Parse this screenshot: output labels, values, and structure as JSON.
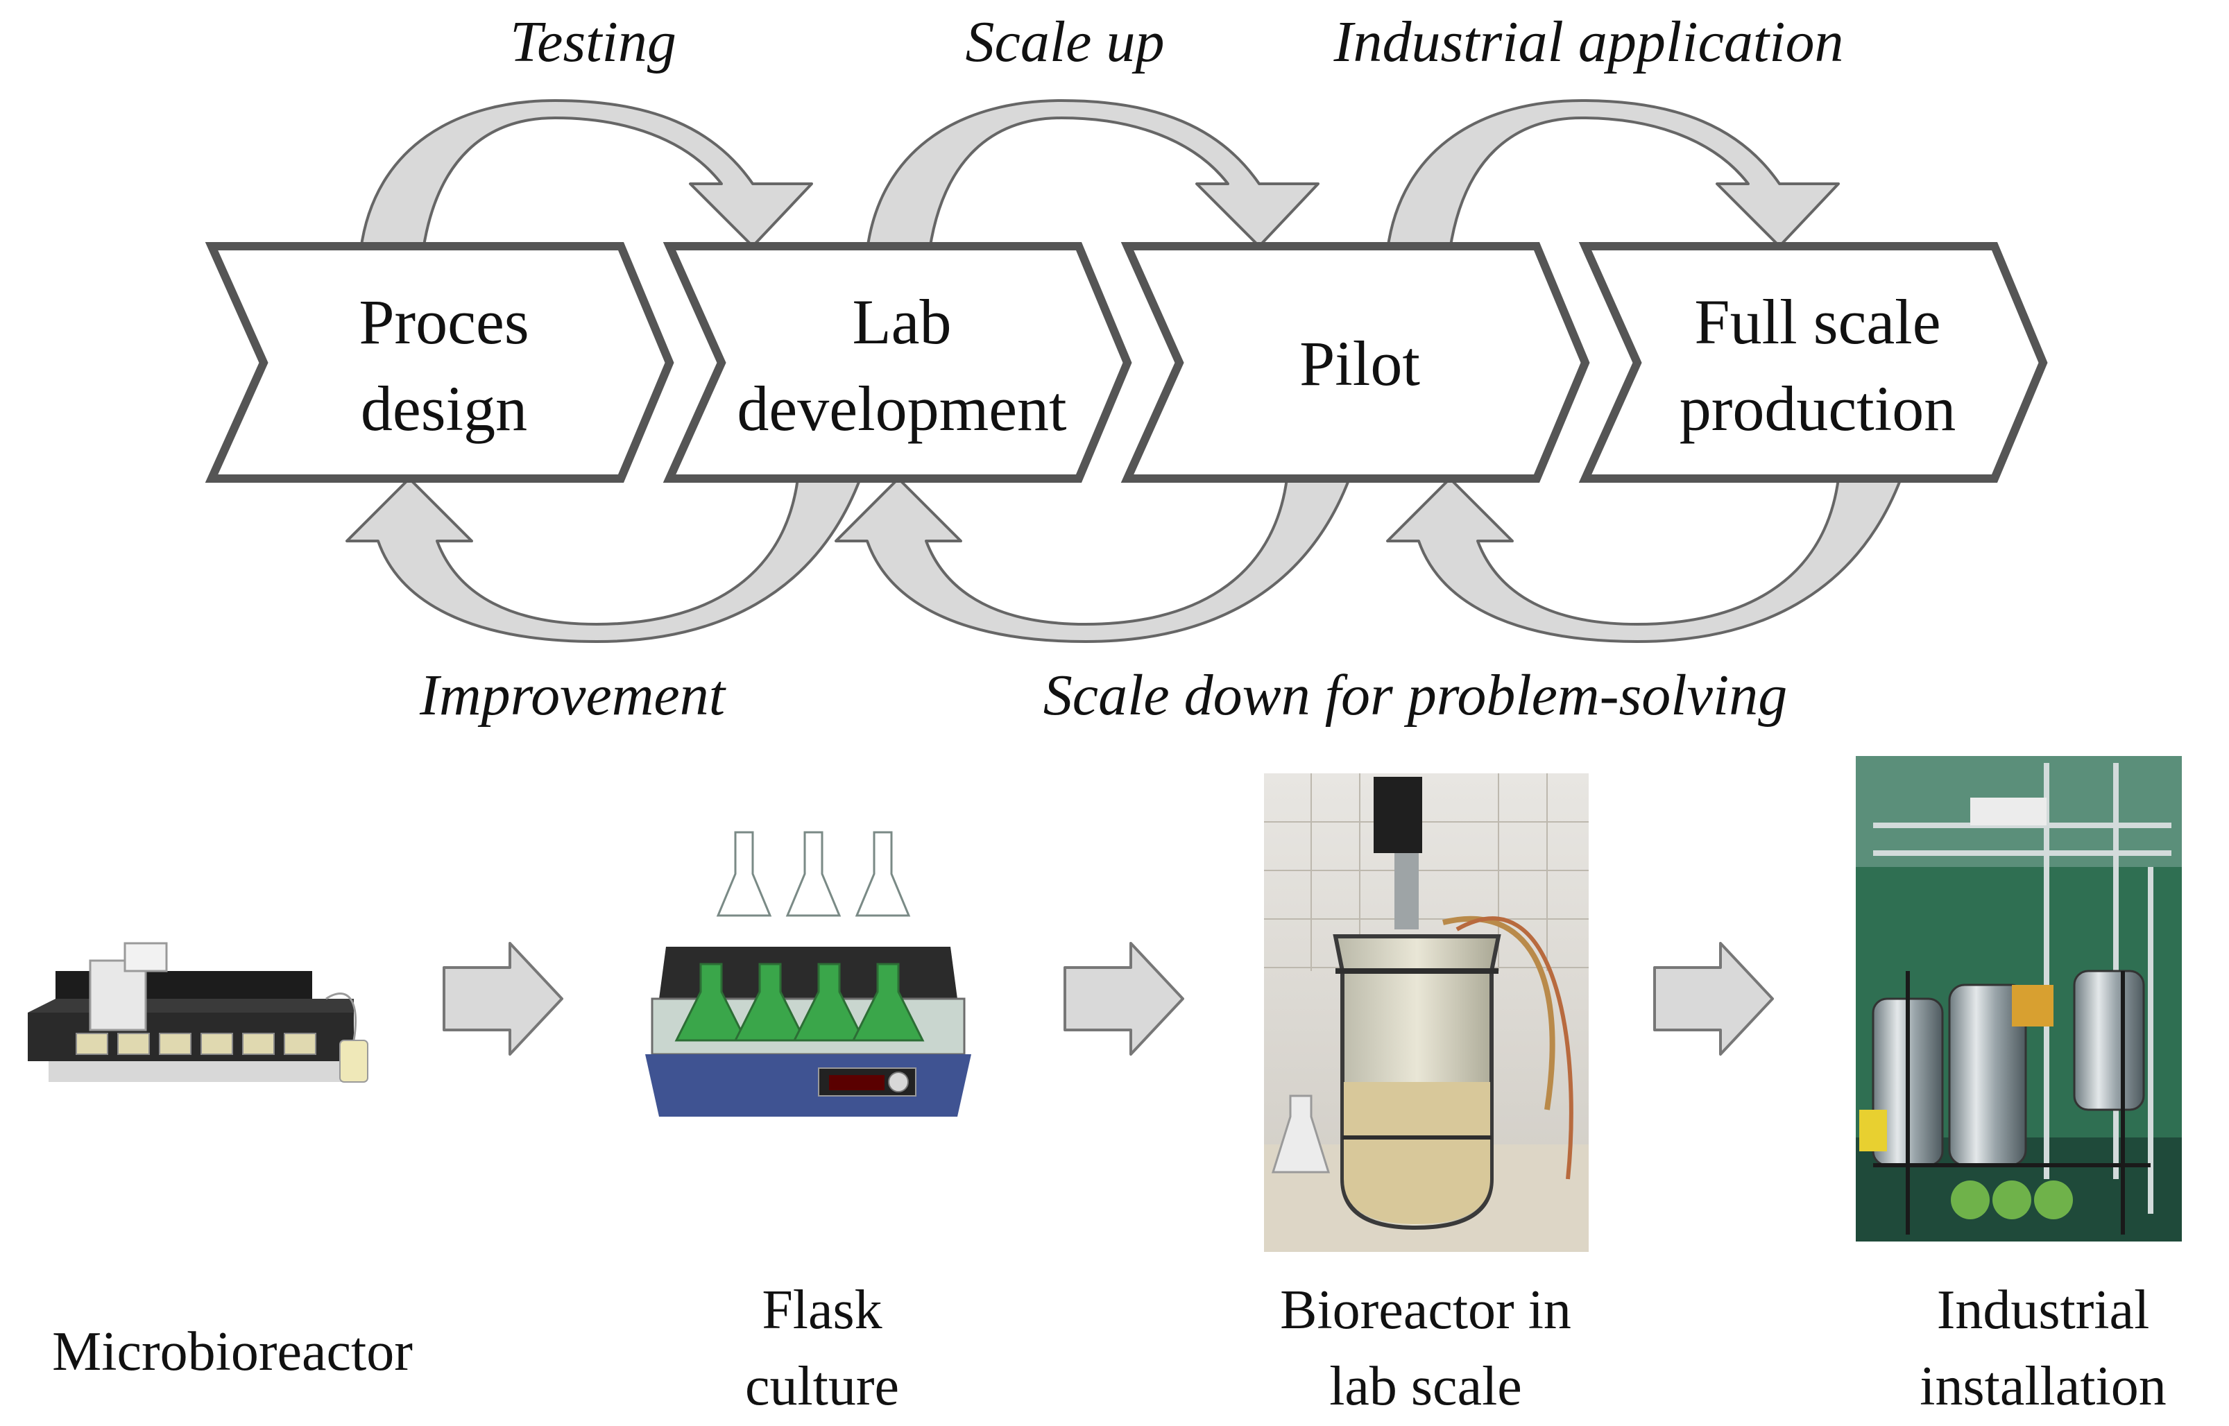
{
  "stages": [
    {
      "line1": "Proces",
      "line2": "design"
    },
    {
      "line1": "Lab",
      "line2": "development"
    },
    {
      "line1": "Pilot",
      "line2": ""
    },
    {
      "line1": "Full scale",
      "line2": "production"
    }
  ],
  "forward_labels": {
    "testing": "Testing",
    "scale_up": "Scale up",
    "industrial_application": "Industrial application"
  },
  "backward_labels": {
    "improvement": "Improvement",
    "scale_down": "Scale down for problem-solving"
  },
  "equipment": [
    {
      "line1": "Microbioreactor",
      "line2": ""
    },
    {
      "line1": "Flask",
      "line2": "culture"
    },
    {
      "line1": "Bioreactor in",
      "line2": "lab scale"
    },
    {
      "line1": "Industrial",
      "line2": "installation"
    }
  ],
  "colors": {
    "chevron_stroke": "#555555",
    "arrow_fill": "#d9d9d9",
    "arrow_stroke": "#666666",
    "flask_liquid": "#3aa64a",
    "bioreactor_broth": "#d8c89a",
    "industrial_bg": "#2f6f52"
  }
}
